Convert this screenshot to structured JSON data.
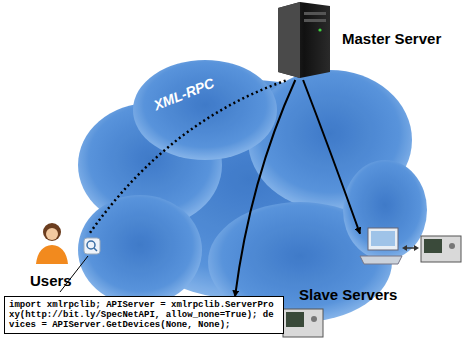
{
  "diagram": {
    "nodes": [
      {
        "text": [
          "Master Server"
        ]
      },
      {
        "text": [
          "Users"
        ]
      },
      {
        "text": [
          "Slave Servers"
        ]
      },
      {
        "text": [
          "import xmlrpclib; APIServer = xmlrpclib.ServerProxy(http://bit.ly/SpecNetAPI, allow_none=True); devices = APIServer.GetDevices(None, None);"
        ]
      }
    ],
    "edges": [
      {
        "from": 1,
        "to": 0,
        "arrow": "none"
      },
      {
        "from": 0,
        "to": 2,
        "arrow": "to"
      },
      {
        "from": 0,
        "to": 2,
        "arrow": "to"
      }
    ],
    "labels": [
      "XML-RPC"
    ]
  }
}
